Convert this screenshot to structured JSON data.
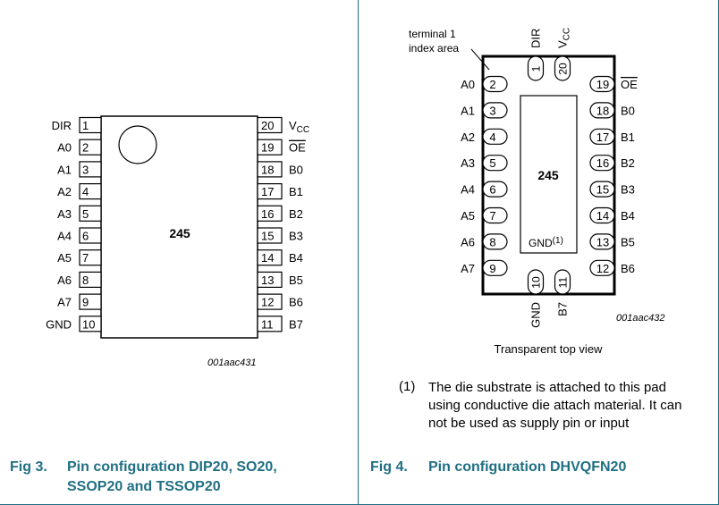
{
  "fig3": {
    "caption_num": "Fig 3.",
    "caption_line1": "Pin configuration DIP20, SO20,",
    "caption_line2": "SSOP20 and TSSOP20",
    "chip_label": "245",
    "drawing_id": "001aac431",
    "left_pins": [
      {
        "num": "1",
        "name": "DIR"
      },
      {
        "num": "2",
        "name": "A0"
      },
      {
        "num": "3",
        "name": "A1"
      },
      {
        "num": "4",
        "name": "A2"
      },
      {
        "num": "5",
        "name": "A3"
      },
      {
        "num": "6",
        "name": "A4"
      },
      {
        "num": "7",
        "name": "A5"
      },
      {
        "num": "8",
        "name": "A6"
      },
      {
        "num": "9",
        "name": "A7"
      },
      {
        "num": "10",
        "name": "GND"
      }
    ],
    "right_pins": [
      {
        "num": "20",
        "name": "V",
        "sub": "CC",
        "overline": false
      },
      {
        "num": "19",
        "name": "OE",
        "overline": true
      },
      {
        "num": "18",
        "name": "B0",
        "overline": false
      },
      {
        "num": "17",
        "name": "B1",
        "overline": false
      },
      {
        "num": "16",
        "name": "B2",
        "overline": false
      },
      {
        "num": "15",
        "name": "B3",
        "overline": false
      },
      {
        "num": "14",
        "name": "B4",
        "overline": false
      },
      {
        "num": "13",
        "name": "B5",
        "overline": false
      },
      {
        "num": "12",
        "name": "B6",
        "overline": false
      },
      {
        "num": "11",
        "name": "B7",
        "overline": false
      }
    ]
  },
  "fig4": {
    "caption_num": "Fig 4.",
    "caption_title": "Pin configuration DHVQFN20",
    "chip_label": "245",
    "gnd_label": "GND",
    "gnd_note_ref": "(1)",
    "index_label_line1": "terminal 1",
    "index_label_line2": "index area",
    "view_label": "Transparent top view",
    "drawing_id": "001aac432",
    "top_pins": [
      {
        "num": "1",
        "name": "DIR"
      },
      {
        "num": "20",
        "name": "V",
        "sub": "CC"
      }
    ],
    "bottom_pins": [
      {
        "num": "10",
        "name": "GND"
      },
      {
        "num": "11",
        "name": "B7"
      }
    ],
    "left_pins": [
      {
        "num": "2",
        "name": "A0"
      },
      {
        "num": "3",
        "name": "A1"
      },
      {
        "num": "4",
        "name": "A2"
      },
      {
        "num": "5",
        "name": "A3"
      },
      {
        "num": "6",
        "name": "A4"
      },
      {
        "num": "7",
        "name": "A5"
      },
      {
        "num": "8",
        "name": "A6"
      },
      {
        "num": "9",
        "name": "A7"
      }
    ],
    "right_pins": [
      {
        "num": "19",
        "name": "OE",
        "overline": true
      },
      {
        "num": "18",
        "name": "B0",
        "overline": false
      },
      {
        "num": "17",
        "name": "B1",
        "overline": false
      },
      {
        "num": "16",
        "name": "B2",
        "overline": false
      },
      {
        "num": "15",
        "name": "B3",
        "overline": false
      },
      {
        "num": "14",
        "name": "B4",
        "overline": false
      },
      {
        "num": "13",
        "name": "B5",
        "overline": false
      },
      {
        "num": "12",
        "name": "B6",
        "overline": false
      }
    ],
    "note_num": "(1)",
    "note_text": "The die substrate is attached to this pad using conductive die attach material. It can not be used as supply pin or input"
  }
}
